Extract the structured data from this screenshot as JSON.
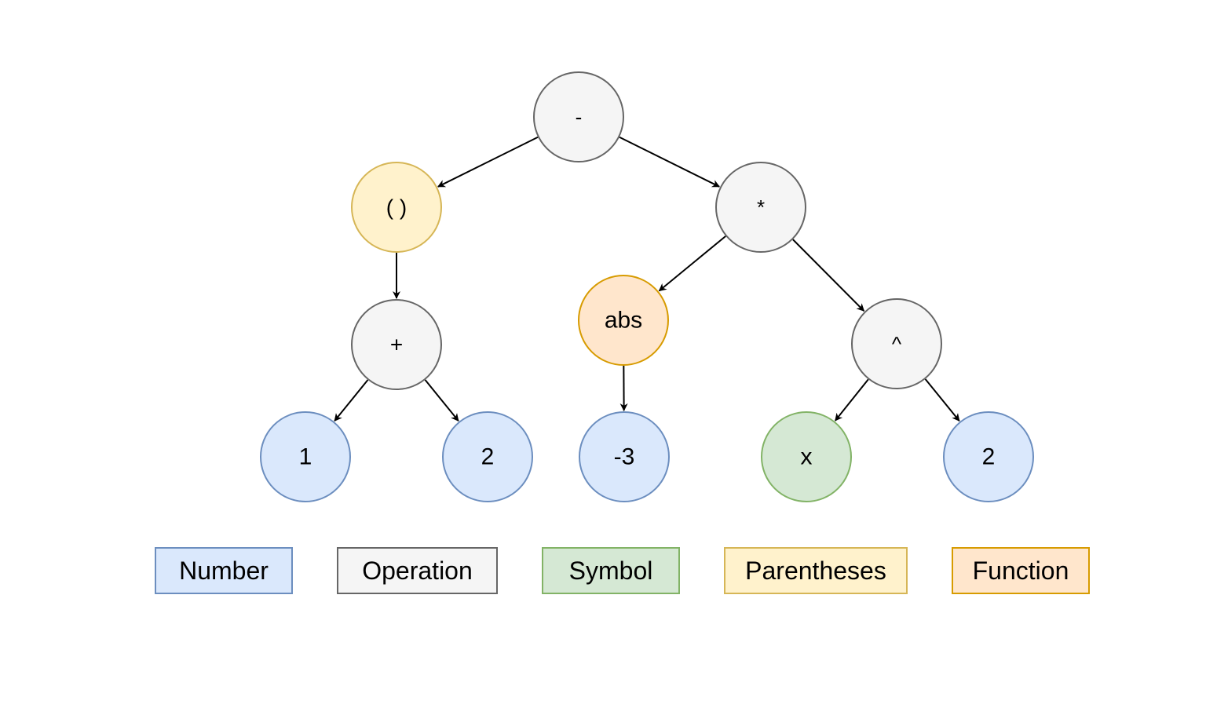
{
  "categories": {
    "number": {
      "label": "Number",
      "fill": "#dae8fc",
      "stroke": "#6c8ebf"
    },
    "operation": {
      "label": "Operation",
      "fill": "#f5f5f5",
      "stroke": "#666666"
    },
    "symbol": {
      "label": "Symbol",
      "fill": "#d5e8d4",
      "stroke": "#82b366"
    },
    "parentheses": {
      "label": "Parentheses",
      "fill": "#fff2cc",
      "stroke": "#d6b656"
    },
    "function": {
      "label": "Function",
      "fill": "#ffe6cc",
      "stroke": "#d79b00"
    }
  },
  "legend": [
    "number",
    "operation",
    "symbol",
    "parentheses",
    "function"
  ],
  "tree": {
    "nodes": [
      {
        "id": "minus",
        "label": "-",
        "category": "operation"
      },
      {
        "id": "paren",
        "label": "( )",
        "category": "parentheses"
      },
      {
        "id": "mult",
        "label": "*",
        "category": "operation"
      },
      {
        "id": "plus",
        "label": "+",
        "category": "operation"
      },
      {
        "id": "abs",
        "label": "abs",
        "category": "function"
      },
      {
        "id": "pow",
        "label": "^",
        "category": "operation"
      },
      {
        "id": "one",
        "label": "1",
        "category": "number"
      },
      {
        "id": "two_a",
        "label": "2",
        "category": "number"
      },
      {
        "id": "neg3",
        "label": "-3",
        "category": "number"
      },
      {
        "id": "x",
        "label": "x",
        "category": "symbol"
      },
      {
        "id": "two_b",
        "label": "2",
        "category": "number"
      }
    ],
    "edges": [
      [
        "minus",
        "paren"
      ],
      [
        "minus",
        "mult"
      ],
      [
        "paren",
        "plus"
      ],
      [
        "mult",
        "abs"
      ],
      [
        "mult",
        "pow"
      ],
      [
        "plus",
        "one"
      ],
      [
        "plus",
        "two_a"
      ],
      [
        "abs",
        "neg3"
      ],
      [
        "pow",
        "x"
      ],
      [
        "pow",
        "two_b"
      ]
    ]
  }
}
